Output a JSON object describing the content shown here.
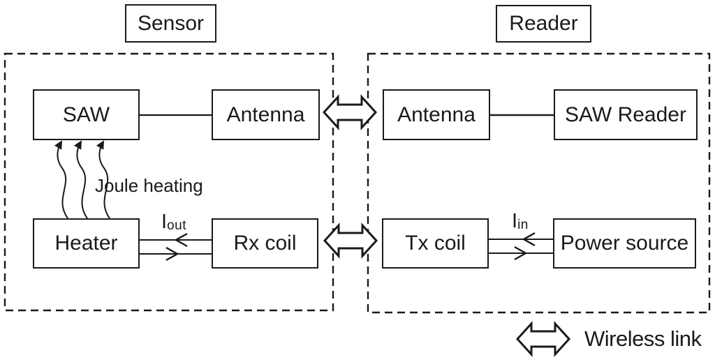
{
  "titles": {
    "sensor": "Sensor",
    "reader": "Reader"
  },
  "sensor_unit": {
    "saw": "SAW",
    "antenna": "Antenna",
    "heater": "Heater",
    "rx_coil": "Rx coil"
  },
  "reader_unit": {
    "antenna": "Antenna",
    "saw_reader": "SAW Reader",
    "tx_coil": "Tx coil",
    "power_source": "Power source"
  },
  "labels": {
    "joule_heating": "Joule heating",
    "i_out": {
      "base": "I",
      "sub": "out"
    },
    "i_in": {
      "base": "I",
      "sub": "in"
    },
    "wireless_link": "Wireless link"
  },
  "icons": {
    "wireless_arrow": "double-headed-hollow-arrow",
    "heat_arrows": "three-wavy-up-arrows",
    "current_out_arrow": "left-chevron-on-wire",
    "current_return_arrow": "right-chevron-on-wire"
  },
  "colors": {
    "stroke": "#1a1a1a",
    "background": "#ffffff"
  }
}
